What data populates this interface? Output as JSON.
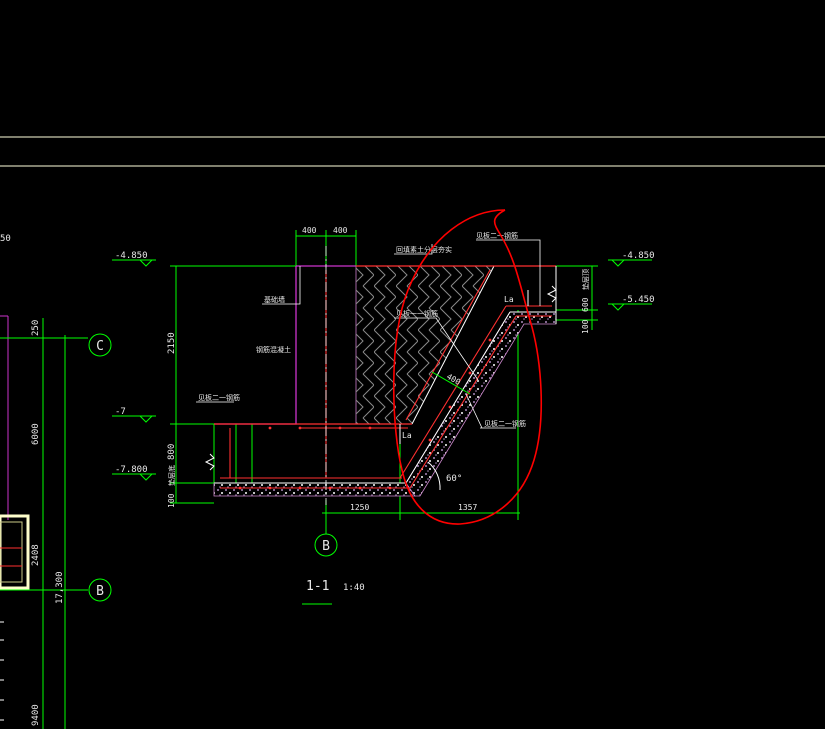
{
  "colors": {
    "background": "#000000",
    "structure": "#00ff00",
    "outline": "#cc33cc",
    "rebar": "#ff3030",
    "dimension": "#00ff00",
    "text": "#e8e8e8",
    "annotation": "#ff0000",
    "frame": "#ffffcc"
  },
  "axes": {
    "c_label": "C",
    "b_label": "B",
    "b2_label": "B"
  },
  "levels": {
    "left_top": "-4.850",
    "left_mid": "-7",
    "left_bottom": "-7.800",
    "right_top": "-4.850",
    "right_mid": "-5.450"
  },
  "dimensions": {
    "top_left": "400",
    "top_right": "400",
    "height_main": "2150",
    "height_base": "800",
    "height_slab": "100",
    "bottom_left": "1250",
    "bottom_right": "1357",
    "slope_thickness": "400",
    "right_height": "600",
    "right_slab": "100",
    "angle": "60°",
    "anchor_left": "La",
    "anchor_right": "La",
    "left_col_250": "250",
    "left_col_6000": "6000",
    "left_col_2408": "2408",
    "left_col_17300": "17,300",
    "left_col_9400": "9400",
    "left_edge": "50"
  },
  "notes": {
    "top_note": "回填素土分层夯实",
    "rebar_top": "见板二一钢筋",
    "rebar_mid": "见板一一钢筋",
    "rebar_low": "见板二一钢筋",
    "rebar_left": "见板二一钢筋",
    "wall_label": "基础墙",
    "wall_name": "钢筋混凝土",
    "base_label": "垫层底",
    "right_label": "垫层顶"
  },
  "section": {
    "title": "1-1",
    "scale": "1:40"
  }
}
